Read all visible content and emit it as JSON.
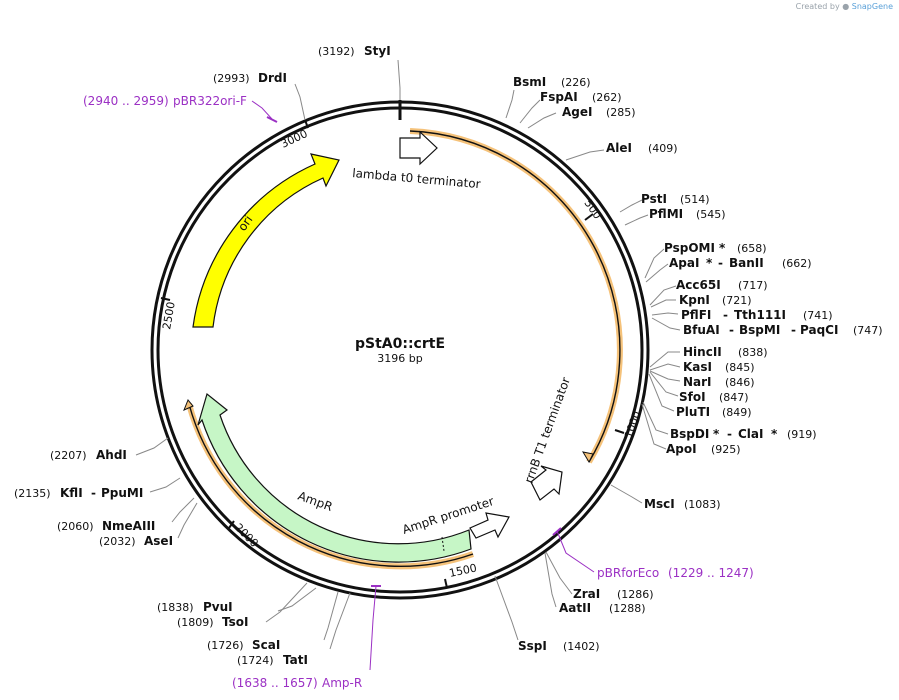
{
  "credit": {
    "prefix": "Created by",
    "brand": "SnapGene"
  },
  "plasmid": {
    "name": "pStA0::crtE",
    "size_label": "3196 bp"
  },
  "ticks": [
    "500",
    "1000",
    "1500",
    "2000",
    "2500",
    "3000"
  ],
  "features": [
    {
      "label": "lambda t0 terminator",
      "type": "terminator"
    },
    {
      "label": "rrnB T1 terminator",
      "type": "terminator"
    },
    {
      "label": "AmpR promoter",
      "type": "promoter"
    },
    {
      "label": "AmpR",
      "type": "cds",
      "color": "#c6f6c6"
    },
    {
      "label": "ori",
      "type": "rep_origin",
      "color": "#ffff00"
    }
  ],
  "enzymes": [
    {
      "name": "StyI",
      "pos": "(3192)"
    },
    {
      "name": "DrdI",
      "pos": "(2993)"
    },
    {
      "name": "BsmI",
      "pos": "(226)"
    },
    {
      "name": "FspAI",
      "pos": "(262)"
    },
    {
      "name": "AgeI",
      "pos": "(285)"
    },
    {
      "name": "AleI",
      "pos": "(409)"
    },
    {
      "name": "PstI",
      "pos": "(514)"
    },
    {
      "name": "PflMI",
      "pos": "(545)"
    },
    {
      "name": "PspOMI",
      "pos": "(658)"
    },
    {
      "name": "ApaI",
      "pos": "(662)",
      "alt": "BanII"
    },
    {
      "name": "Acc65I",
      "pos": "(717)"
    },
    {
      "name": "KpnI",
      "pos": "(721)"
    },
    {
      "name": "PflFI",
      "pos": "(741)",
      "alt": "Tth111I"
    },
    {
      "name": "BfuAI",
      "pos": "(747)",
      "alt": "BspMI",
      "alt2": "PaqCI"
    },
    {
      "name": "HincII",
      "pos": "(838)"
    },
    {
      "name": "KasI",
      "pos": "(845)"
    },
    {
      "name": "NarI",
      "pos": "(846)"
    },
    {
      "name": "SfoI",
      "pos": "(847)"
    },
    {
      "name": "PluTI",
      "pos": "(849)"
    },
    {
      "name": "BspDI",
      "pos": "(919)",
      "alt": "ClaI"
    },
    {
      "name": "ApoI",
      "pos": "(925)"
    },
    {
      "name": "MscI",
      "pos": "(1083)"
    },
    {
      "name": "ZraI",
      "pos": "(1286)"
    },
    {
      "name": "AatII",
      "pos": "(1288)"
    },
    {
      "name": "SspI",
      "pos": "(1402)"
    },
    {
      "name": "PvuI",
      "pos": "(1838)"
    },
    {
      "name": "TsoI",
      "pos": "(1809)"
    },
    {
      "name": "ScaI",
      "pos": "(1726)"
    },
    {
      "name": "TatI",
      "pos": "(1724)"
    },
    {
      "name": "AseI",
      "pos": "(2032)"
    },
    {
      "name": "NmeAIII",
      "pos": "(2060)"
    },
    {
      "name": "KflI",
      "pos": "(2135)",
      "alt": "PpuMI"
    },
    {
      "name": "AhdI",
      "pos": "(2207)"
    }
  ],
  "primers": [
    {
      "range": "(2940 .. 2959)",
      "name": "pBR322ori-F"
    },
    {
      "range": "(1229 .. 1247)",
      "name": "pBRforEco"
    },
    {
      "range": "(1638 .. 1657)",
      "name": "Amp-R"
    }
  ],
  "symbols": {
    "asterisk": "*",
    "dash": "-"
  },
  "colors": {
    "backbone": "#111111",
    "terminator_highlight": "#f5c27a",
    "primer": "#9b30c4",
    "ori": "#ffff00",
    "ampr": "#c6f6c6"
  }
}
